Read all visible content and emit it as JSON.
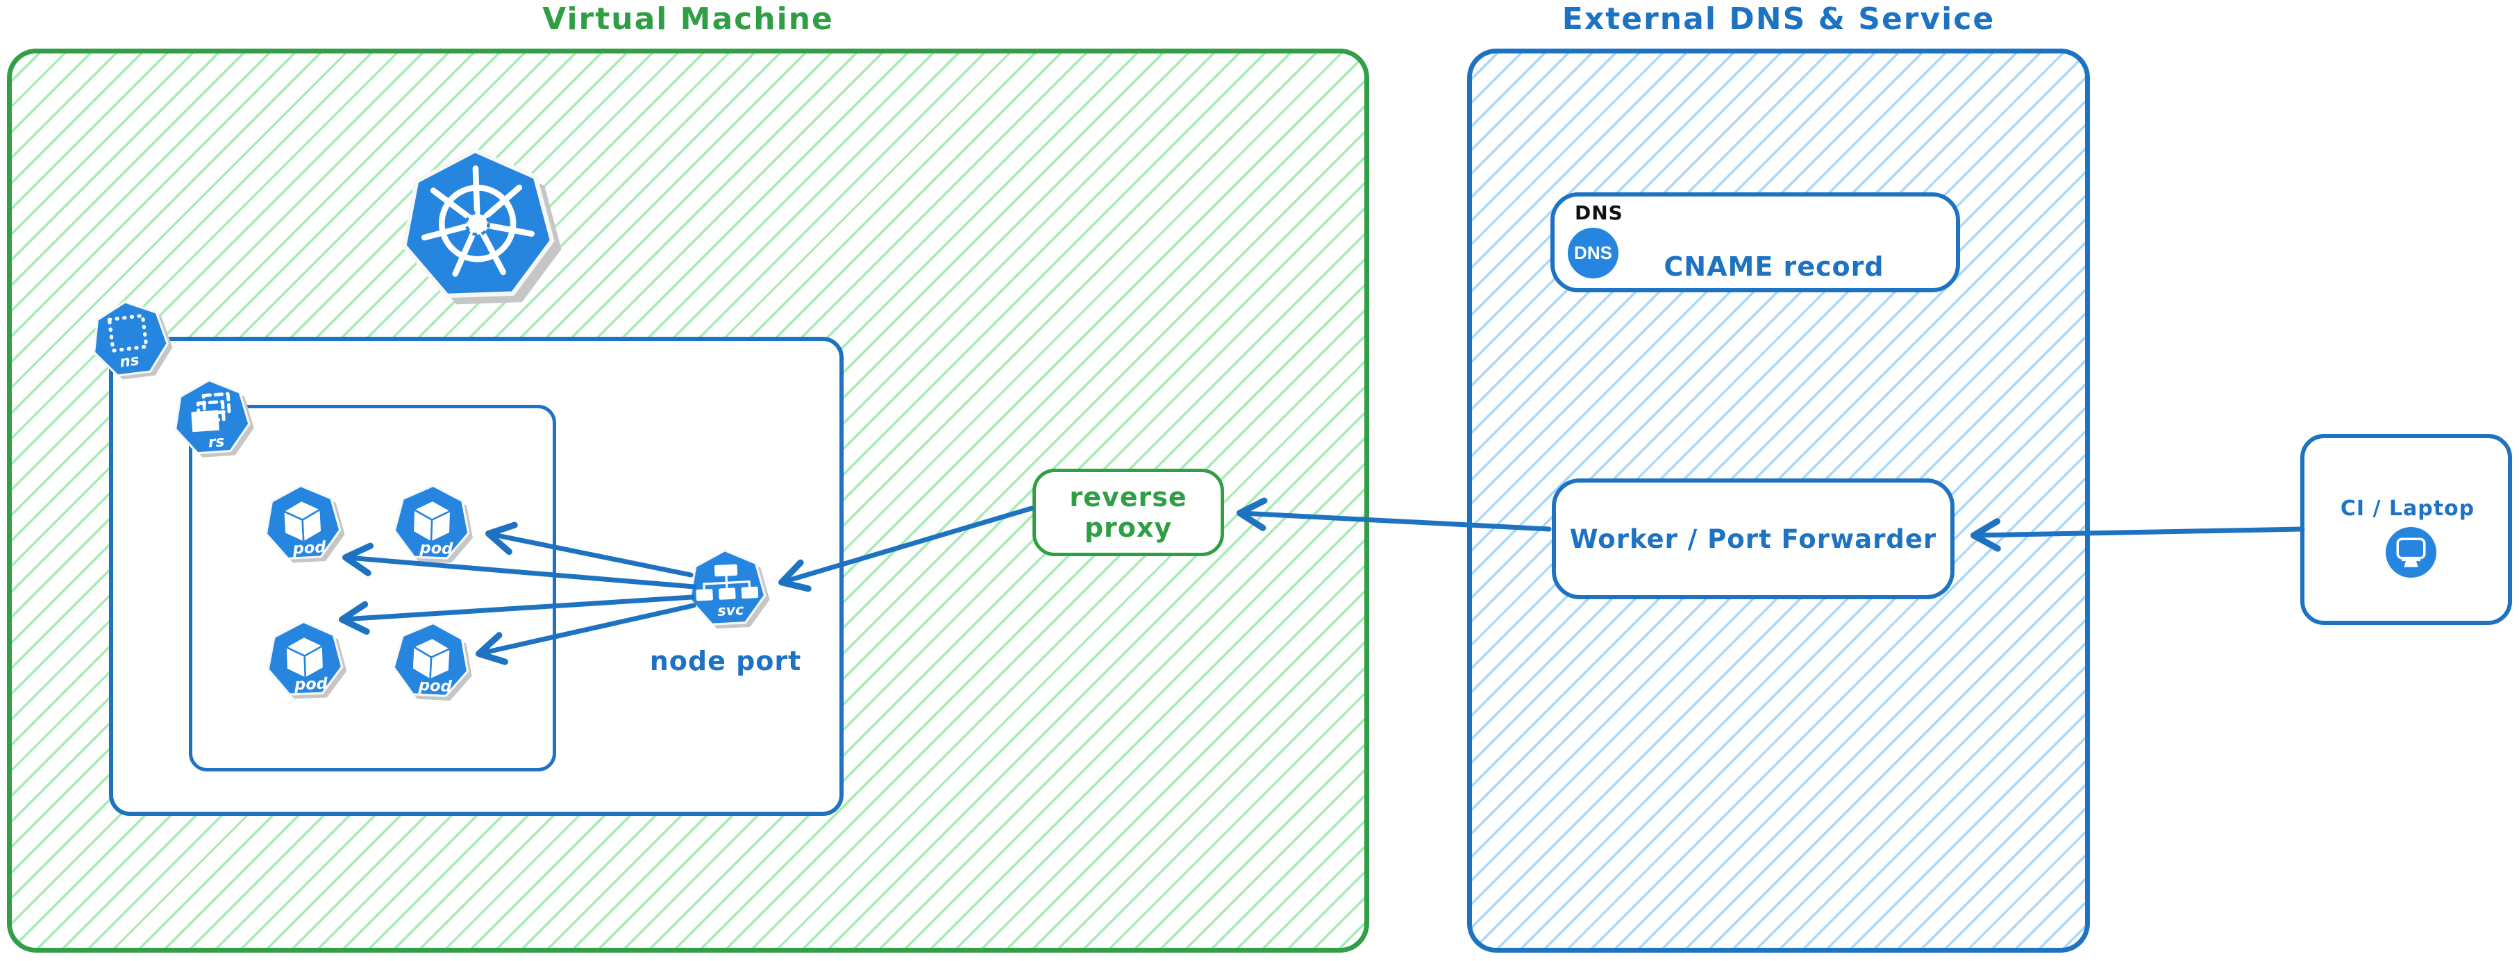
{
  "colors": {
    "green_stroke": "#2f9e44",
    "green_hatch": "#a5ecb4",
    "blue_stroke": "#1d72c2",
    "blue_hatch": "#a9d8f8",
    "icon_blue": "#2585df",
    "tag_black": "#111111"
  },
  "virtual_machine": {
    "title": "Virtual Machine",
    "namespace": {
      "label": "ns"
    },
    "replicaset": {
      "label": "rs"
    },
    "pods": [
      {
        "label": "pod"
      },
      {
        "label": "pod"
      },
      {
        "label": "pod"
      },
      {
        "label": "pod"
      }
    ],
    "service": {
      "label": "svc",
      "caption": "node port"
    },
    "reverse_proxy": {
      "label": "reverse proxy"
    }
  },
  "external": {
    "title": "External DNS & Service",
    "dns": {
      "tag": "DNS",
      "badge": "DNS",
      "label": "CNAME record"
    },
    "worker": {
      "label": "Worker / Port Forwarder"
    }
  },
  "client": {
    "label": "CI / Laptop"
  }
}
